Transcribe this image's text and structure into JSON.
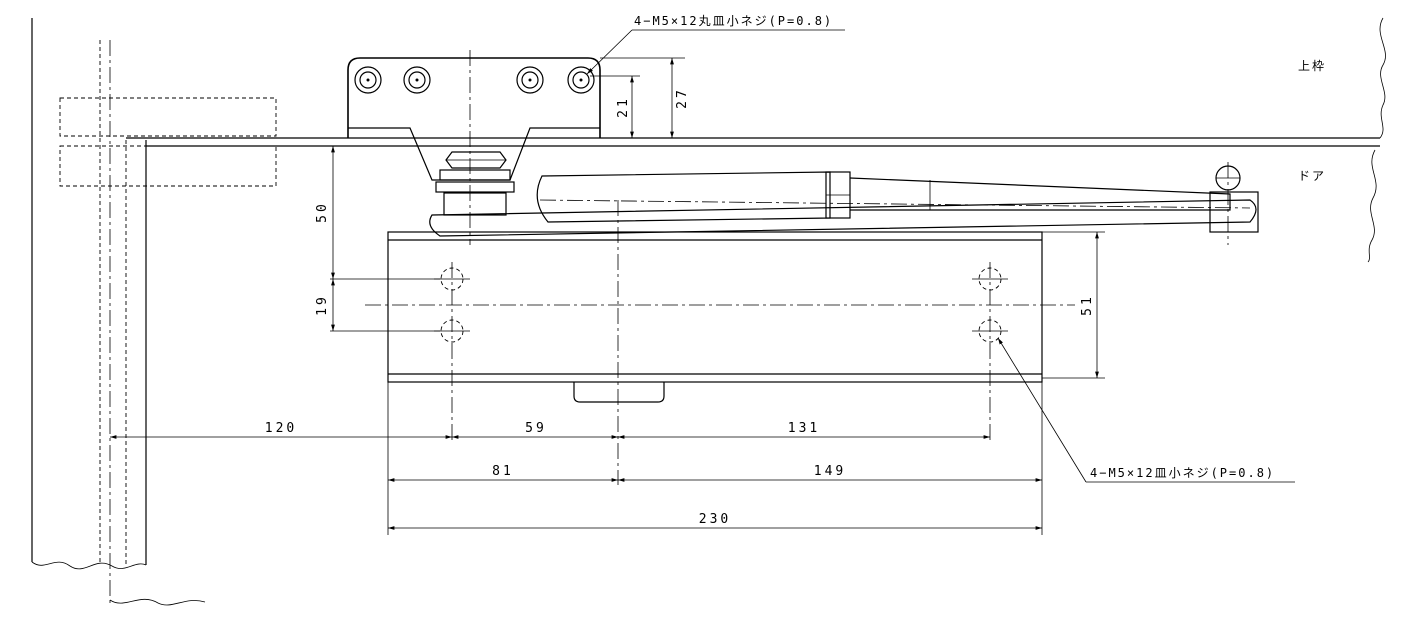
{
  "labels": {
    "upper_frame": "上枠",
    "door": "ドア",
    "screw_top": "4−M5×12丸皿小ネジ(P=0.8)",
    "screw_bottom": "4−M5×12皿小ネジ(P=0.8)"
  },
  "dimensions": {
    "d27": "27",
    "d21": "21",
    "d50": "50",
    "d19": "19",
    "d51": "51",
    "d120": "120",
    "d59": "59",
    "d131": "131",
    "d81": "81",
    "d149": "149",
    "d230": "230"
  }
}
